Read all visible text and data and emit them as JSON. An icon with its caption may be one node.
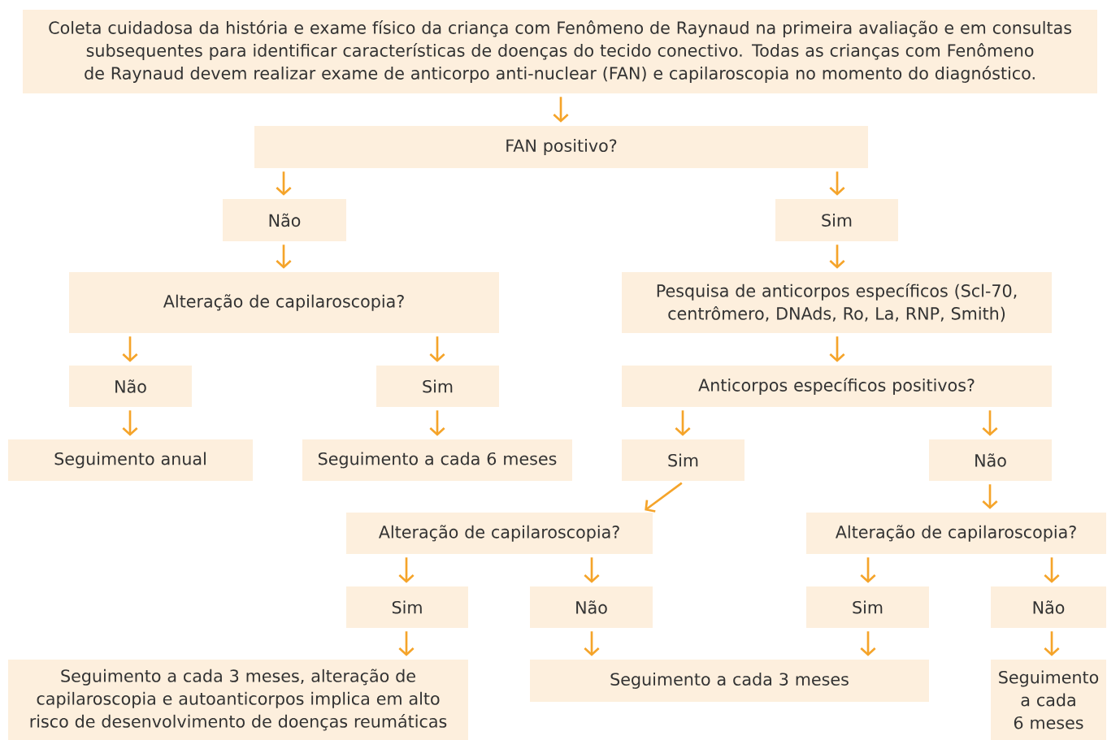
{
  "diagram": {
    "nodes": [
      {
        "text": [
          "Coleta cuidadosa da história e exame físico da criança com Fenômeno de Raynaud na primeira avaliação e em consultas subsequentes para identificar características de doenças do tecido conectivo. Todas as crianças com Fenômeno de Raynaud devem realizar exame de anticorpo anti-nuclear (FAN) e capilaroscopia no momento do diagnóstico."
        ]
      },
      {
        "text": [
          "FAN positivo?"
        ]
      },
      {
        "text": [
          "Não"
        ]
      },
      {
        "text": [
          "Sim"
        ]
      },
      {
        "text": [
          "Alteração de capilaroscopia?"
        ]
      },
      {
        "text": [
          "Pesquisa de anticorpos específicos (Scl-70, centrômero, DNAds, Ro, La, RNP, Smith)"
        ]
      },
      {
        "text": [
          "Não"
        ]
      },
      {
        "text": [
          "Sim"
        ]
      },
      {
        "text": [
          "Anticorpos específicos positivos?"
        ]
      },
      {
        "text": [
          "Seguimento anual"
        ]
      },
      {
        "text": [
          "Seguimento a cada 6 meses"
        ]
      },
      {
        "text": [
          "Sim"
        ]
      },
      {
        "text": [
          "Não"
        ]
      },
      {
        "text": [
          "Alteração de capilaroscopia?"
        ]
      },
      {
        "text": [
          "Alteração de capilaroscopia?"
        ]
      },
      {
        "text": [
          "Sim"
        ]
      },
      {
        "text": [
          "Não"
        ]
      },
      {
        "text": [
          "Sim"
        ]
      },
      {
        "text": [
          "Não"
        ]
      },
      {
        "text": [
          "Seguimento a cada 3 meses, alteração de capilaroscopia e autoanticorpos implica em alto risco de desenvolvimento de doenças reumáticas"
        ]
      },
      {
        "text": [
          "Seguimento a cada 3 meses"
        ]
      },
      {
        "text": [
          "Seguimento a cada 6 meses"
        ]
      }
    ],
    "edges": [
      {
        "from": 0,
        "to": 1,
        "arrow": "to"
      },
      {
        "from": 1,
        "to": 2,
        "arrow": "to"
      },
      {
        "from": 1,
        "to": 3,
        "arrow": "to"
      },
      {
        "from": 2,
        "to": 4,
        "arrow": "to"
      },
      {
        "from": 3,
        "to": 5,
        "arrow": "to"
      },
      {
        "from": 4,
        "to": 6,
        "arrow": "to"
      },
      {
        "from": 4,
        "to": 7,
        "arrow": "to"
      },
      {
        "from": 5,
        "to": 8,
        "arrow": "to"
      },
      {
        "from": 6,
        "to": 9,
        "arrow": "to"
      },
      {
        "from": 7,
        "to": 10,
        "arrow": "to"
      },
      {
        "from": 8,
        "to": 11,
        "arrow": "to"
      },
      {
        "from": 8,
        "to": 12,
        "arrow": "to"
      },
      {
        "from": 11,
        "to": 13,
        "arrow": "to"
      },
      {
        "from": 12,
        "to": 14,
        "arrow": "to"
      },
      {
        "from": 13,
        "to": 15,
        "arrow": "to"
      },
      {
        "from": 13,
        "to": 16,
        "arrow": "to"
      },
      {
        "from": 14,
        "to": 17,
        "arrow": "to"
      },
      {
        "from": 14,
        "to": 18,
        "arrow": "to"
      },
      {
        "from": 15,
        "to": 19,
        "arrow": "to"
      },
      {
        "from": 16,
        "to": 20,
        "arrow": "to"
      },
      {
        "from": 17,
        "to": 20,
        "arrow": "to"
      },
      {
        "from": 18,
        "to": 21,
        "arrow": "to"
      }
    ]
  }
}
